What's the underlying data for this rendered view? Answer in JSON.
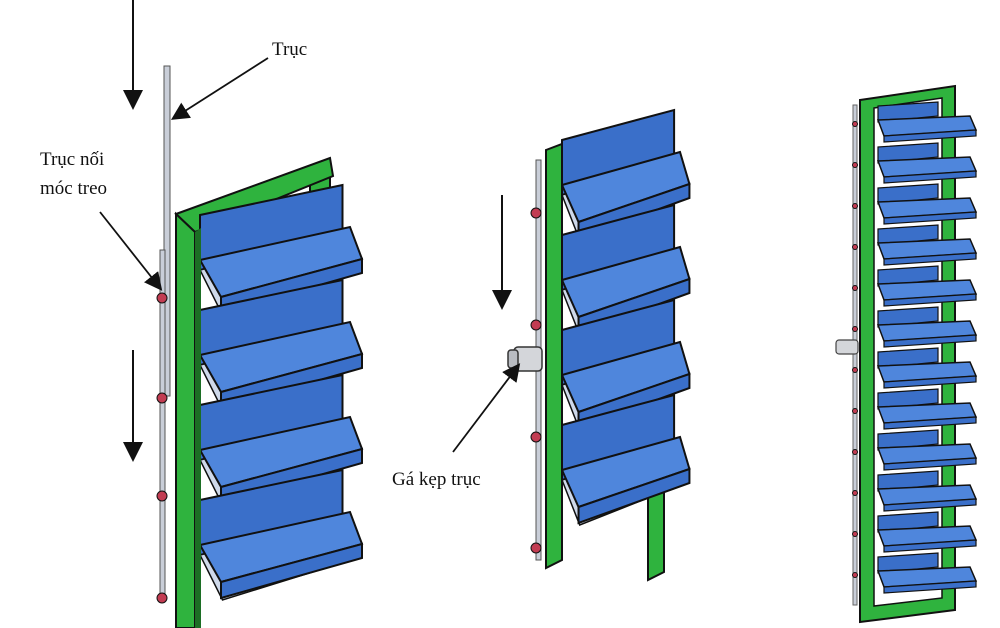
{
  "labels": {
    "truc": "Trục",
    "truc_noi_line1": "Trục nối",
    "truc_noi_line2": "móc treo",
    "ga_kep_truc": "Gá kẹp trục"
  },
  "colors": {
    "frame": "#2fb33e",
    "frame_dark": "#1c6e24",
    "blade_top": "#4f86dc",
    "blade_front": "#3a6fc9",
    "blade_under": "#cfd9ea",
    "outline": "#111111",
    "hinge": "#c23c52",
    "rod": "#c9ced8"
  },
  "assemblies": [
    {
      "name": "assembly-left",
      "blade_count": 4
    },
    {
      "name": "assembly-middle",
      "blade_count": 4
    },
    {
      "name": "assembly-right",
      "blade_count": 12
    }
  ]
}
